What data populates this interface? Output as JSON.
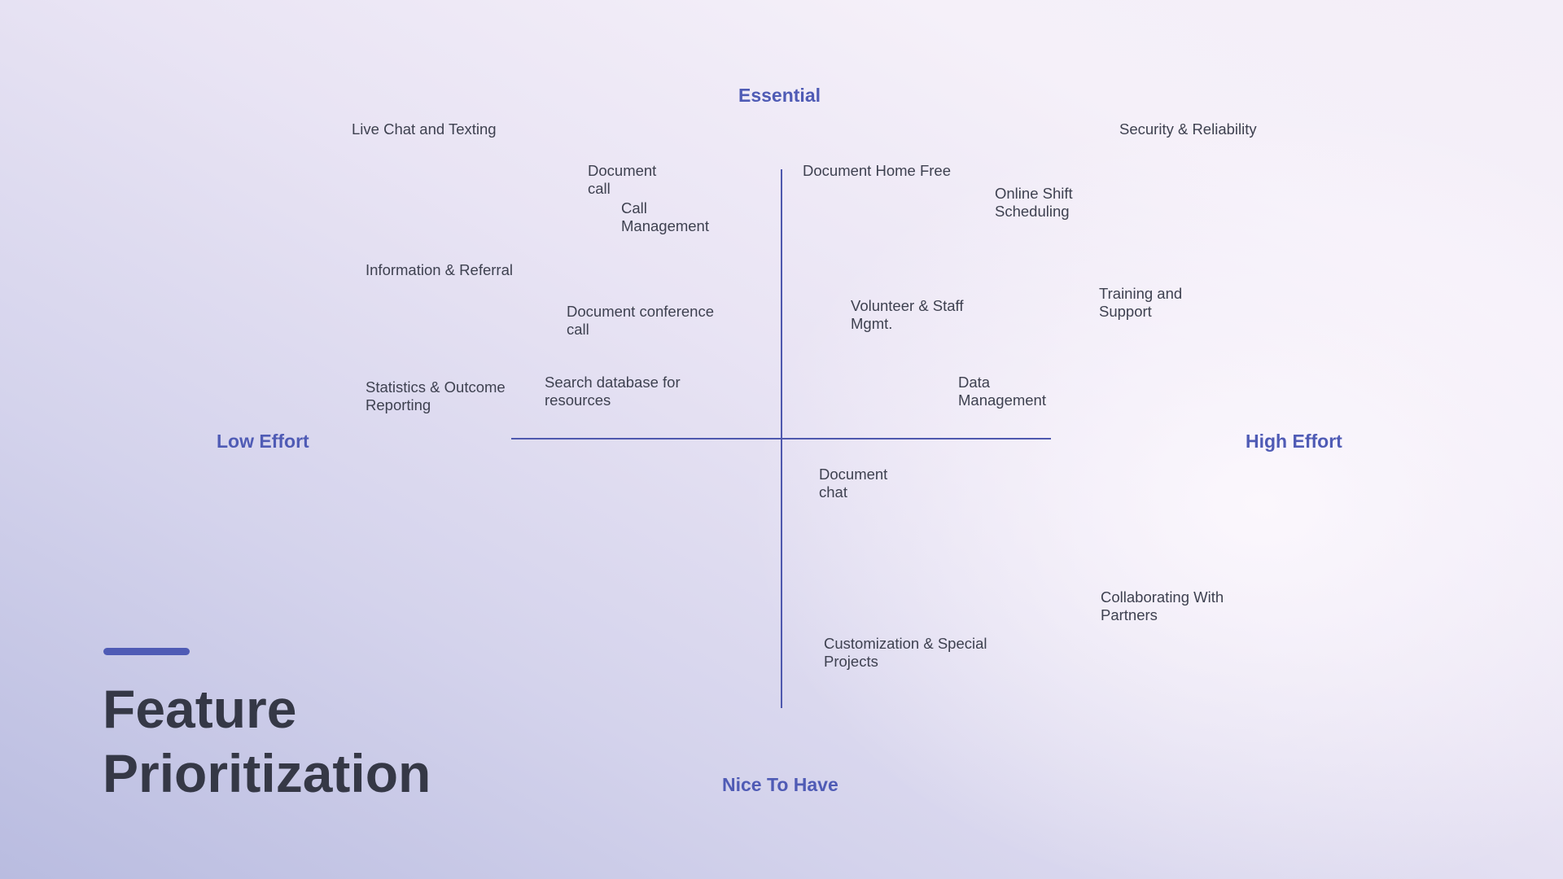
{
  "colors": {
    "accent": "#4f5bb5",
    "axis": "#4e58ae",
    "title": "#353846",
    "feature_text": "#3e4150"
  },
  "title": {
    "line1": "Feature",
    "line2": "Prioritization"
  },
  "axes": {
    "top": "Essential",
    "bottom": "Nice To Have",
    "left": "Low Effort",
    "right": "High Effort"
  },
  "features": [
    {
      "id": "live-chat",
      "lines": [
        "Live Chat and Texting"
      ]
    },
    {
      "id": "security",
      "lines": [
        "Security & Reliability"
      ]
    },
    {
      "id": "document-call",
      "lines": [
        "Document",
        "call"
      ]
    },
    {
      "id": "call-management",
      "lines": [
        "Call",
        "Management"
      ]
    },
    {
      "id": "document-home-free",
      "lines": [
        "Document Home Free"
      ]
    },
    {
      "id": "online-shift",
      "lines": [
        "Online Shift",
        "Scheduling"
      ]
    },
    {
      "id": "information-referral",
      "lines": [
        "Information & Referral"
      ]
    },
    {
      "id": "training-support",
      "lines": [
        "Training and",
        "Support"
      ]
    },
    {
      "id": "volunteer-staff",
      "lines": [
        "Volunteer & Staff",
        "Mgmt."
      ]
    },
    {
      "id": "document-conference",
      "lines": [
        "Document conference",
        "call"
      ]
    },
    {
      "id": "statistics",
      "lines": [
        "Statistics & Outcome",
        "Reporting"
      ]
    },
    {
      "id": "search-database",
      "lines": [
        "Search database for",
        "resources"
      ]
    },
    {
      "id": "data-management",
      "lines": [
        "Data",
        "Management"
      ]
    },
    {
      "id": "document-chat",
      "lines": [
        "Document",
        "chat"
      ]
    },
    {
      "id": "collaborating",
      "lines": [
        "Collaborating With",
        "Partners"
      ]
    },
    {
      "id": "customization",
      "lines": [
        "Customization & Special",
        "Projects"
      ]
    }
  ]
}
